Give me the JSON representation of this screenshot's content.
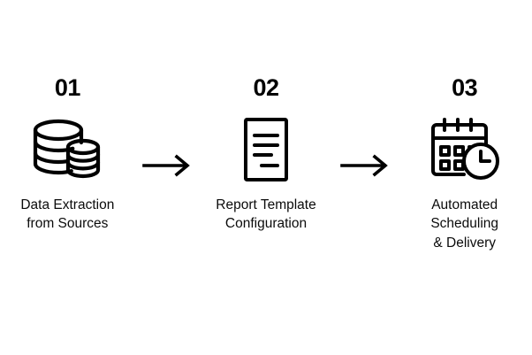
{
  "diagram": {
    "background_color": "#ffffff",
    "stroke_color": "#000000",
    "steps": [
      {
        "number": "01",
        "icon": "database-stack-icon",
        "label": "Data Extraction\nfrom Sources"
      },
      {
        "number": "02",
        "icon": "document-lines-icon",
        "label": "Report Template\nConfiguration"
      },
      {
        "number": "03",
        "icon": "calendar-clock-icon",
        "label": "Automated\nScheduling\n& Delivery"
      }
    ],
    "connectors": [
      {
        "icon": "arrow-right-icon"
      },
      {
        "icon": "arrow-right-icon"
      }
    ]
  }
}
